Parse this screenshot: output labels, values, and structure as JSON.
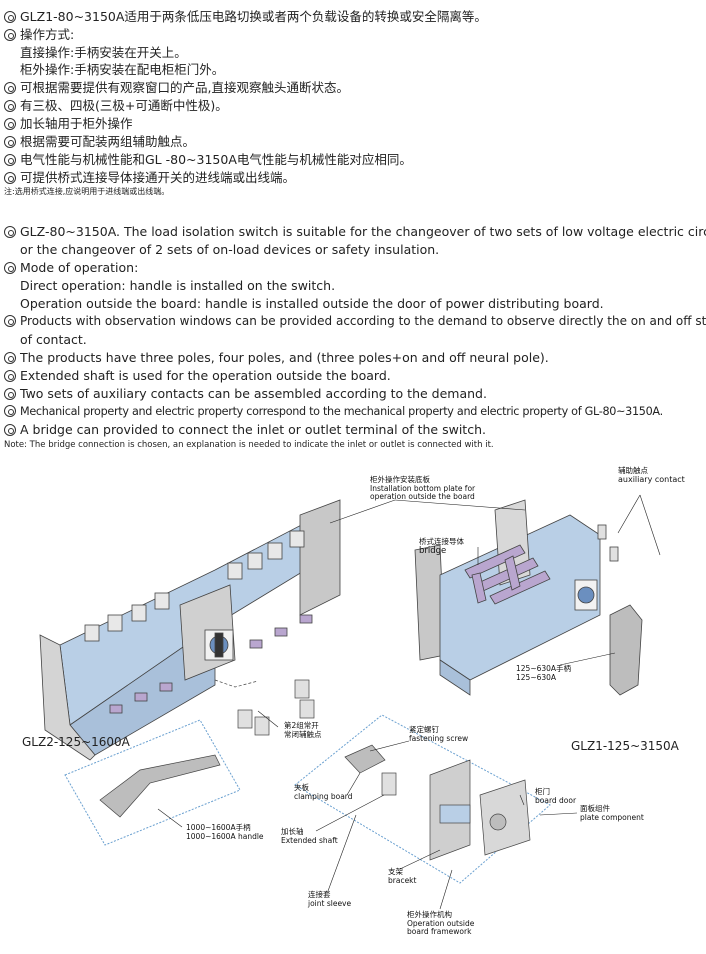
{
  "chinese": {
    "l1": "GLZ1-80~3150A适用于两条低压电路切换或者两个负载设备的转换或安全隔离等。",
    "l2": "操作方式:",
    "l3": "直接操作:手柄安装在开关上。",
    "l4": "柜外操作:手柄安装在配电柜柜门外。",
    "l5": "可根据需要提供有观察窗口的产品,直接观察触头通断状态。",
    "l6": "有三极、四极(三极+可通断中性极)。",
    "l7": "加长轴用于柜外操作",
    "l8": "根据需要可配装两组辅助触点。",
    "l9": "电气性能与机械性能和GL -80~3150A电气性能与机械性能对应相同。",
    "l10": "可提供桥式连接导体接通开关的进线端或出线端。",
    "note": "注:选用桥式连接,应说明用于进线端或出线端。"
  },
  "english": {
    "l1": "GLZ-80~3150A. The load isolation switch is suitable for the changeover of two sets of low voltage electric circuit",
    "l1b": "or the changeover of 2 sets of on-load devices or safety insulation.",
    "l2": "Mode of operation:",
    "l3": "Direct operation: handle is installed on the switch.",
    "l4": "Operation outside the board: handle is installed outside the door of power distributing board.",
    "l5": "Products with observation windows can be provided according to the demand to observe directly the on and off state",
    "l5b": "of contact.",
    "l6": "The products have three poles, four poles, and (three poles+on and off neural pole).",
    "l7": "Extended shaft is used for the operation outside the board.",
    "l8": "Two sets of auxiliary contacts can be assembled according to the demand.",
    "l9": "Mechanical property and electric property correspond to the mechanical property and electric property of GL-80~3150A.",
    "l10": "A bridge can provided to connect the inlet or outlet terminal of the switch.",
    "note": "Note: The bridge connection is chosen, an explanation is needed to indicate the inlet or outlet is connected with it."
  },
  "diagram": {
    "install_cn": "柜外操作安装底板",
    "install_en1": "Installation bottom plate for",
    "install_en2": "operation outside the board",
    "aux_cn": "辅助触点",
    "aux_en": "auxiliary contact",
    "bridge_cn": "桥式连接导体",
    "bridge_en": "bridge",
    "handle630_cn": "125~630A手柄",
    "handle630_en": "125~630A",
    "aux2_cn1": "第2组常开",
    "aux2_cn2": "常闭辅触点",
    "model_left": "GLZ2-125~1600A",
    "model_right": "GLZ1-125~3150A",
    "fasten_cn": "紧定螺钉",
    "fasten_en": "fastening screw",
    "clamp_cn": "夹板",
    "clamp_en": "clamping board",
    "door_cn": "柜门",
    "door_en": "board door",
    "plate_cn": "面板组件",
    "plate_en": "plate component",
    "handle1600_cn": "1000~1600A手柄",
    "handle1600_en": "1000~1600A handle",
    "shaft_cn": "加长轴",
    "shaft_en": "Extended shaft",
    "bracket_cn": "支架",
    "bracket_en": "bracekt",
    "sleeve_cn": "连接套",
    "sleeve_en": "joint sleeve",
    "frame_cn": "柜外操作机构",
    "frame_en1": "Operation outside",
    "frame_en2": "board framework"
  },
  "colors": {
    "switch_blue": "#b9cfe6",
    "contact_purple": "#b9a6cf",
    "grey": "#bdbdbd",
    "text": "#222222"
  }
}
